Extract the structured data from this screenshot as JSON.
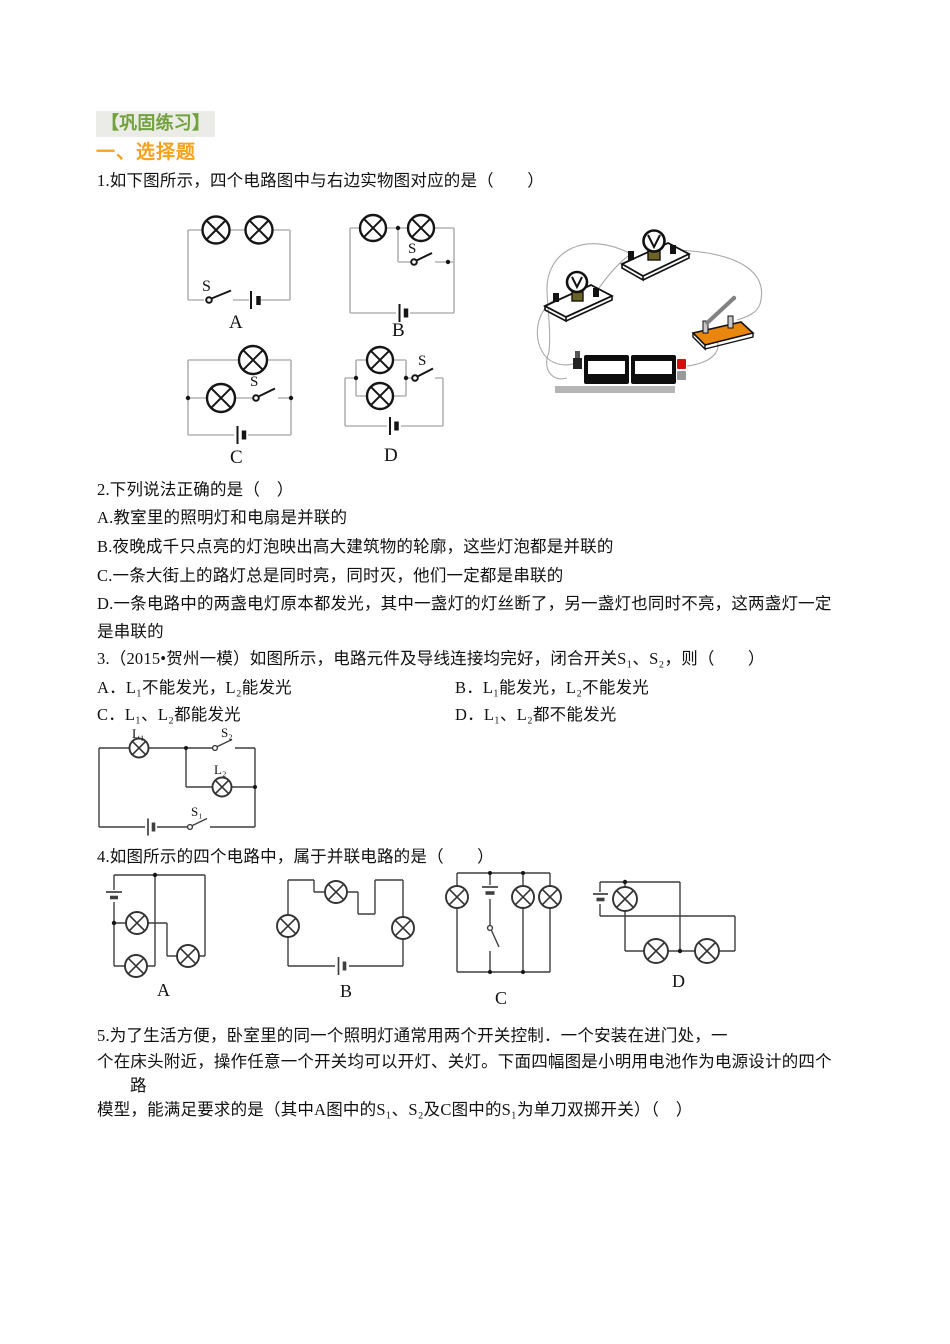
{
  "colors": {
    "badge_green": "#72a23c",
    "badge_bg": "#ebebe7",
    "section_orange": "#f6a21e",
    "wire_gray": "#b3b3b3",
    "ink": "#111111",
    "switch_board_orange": "#e8860d",
    "battery_terminal_red": "#d01111",
    "base_bar_gray": "#b5b5b5",
    "socket_olive": "#6b6426"
  },
  "header": {
    "badge": "【巩固练习】",
    "section": "一、选择题"
  },
  "q1": {
    "text": "1.如下图所示，四个电路图中与右边实物图对应的是（　　）",
    "labels": {
      "a": "A",
      "b": "B",
      "c": "C",
      "d": "D",
      "s": "S"
    }
  },
  "q2": {
    "lines": [
      "2.下列说法正确的是（　）",
      "A.教室里的照明灯和电扇是并联的",
      "B.夜晚成千只点亮的灯泡映出高大建筑物的轮廓，这些灯泡都是并联的",
      "C.一条大街上的路灯总是同时亮，同时灭，他们一定都是串联的",
      "D.一条电路中的两盏电灯原本都发光，其中一盏灯的灯丝断了，另一盏灯也同时不亮，这两盏灯一定",
      "是串联的"
    ]
  },
  "q3": {
    "text": "3.（2015•贺州一模）如图所示，电路元件及导线连接均完好，闭合开关S₁、S₂，则（　　）",
    "options": {
      "a": "A．L₁不能发光，L₂能发光",
      "b": "B．L₁能发光，L₂不能发光",
      "c": "C．L₁、L₂都能发光",
      "d": "D．L₁、L₂都不能发光"
    },
    "labels": {
      "l1": "L₁",
      "l2": "L₂",
      "s1": "S₁",
      "s2": "S₂"
    }
  },
  "q4": {
    "text": "4.如图所示的四个电路中，属于并联电路的是（　　）",
    "labels": {
      "a": "A",
      "b": "B",
      "c": "C",
      "d": "D"
    }
  },
  "q5": {
    "lines": [
      "5.为了生活方便，卧室里的同一个照明灯通常用两个开关控制．一个安装在进门处，一",
      "个在床头附近，操作任意一个开关均可以开灯、关灯。下面四幅图是小明用电池作为电源设计的四个",
      "路",
      "模型，能满足要求的是（其中A图中的S₁、S₂及C图中的S₁为单刀双掷开关）（　）"
    ]
  }
}
